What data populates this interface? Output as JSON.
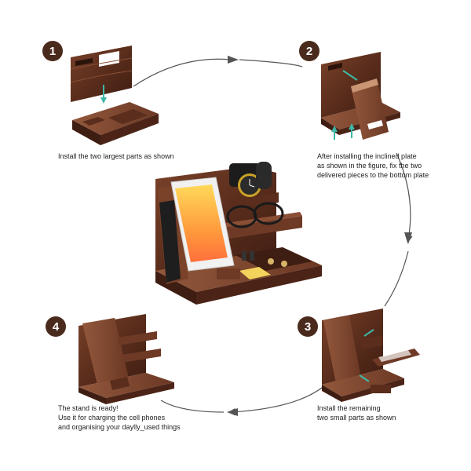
{
  "steps": [
    {
      "number": "1",
      "caption": [
        "Install the two largest parts as shown"
      ]
    },
    {
      "number": "2",
      "caption": [
        "After installing the inclined plate",
        "as shown in the figure, fix the two",
        "delivered pieces to the bottom plate"
      ]
    },
    {
      "number": "3",
      "caption": [
        "Install the remaining",
        "two small parts as shown"
      ]
    },
    {
      "number": "4",
      "caption": [
        "The stand is ready!",
        "Use it for charging the cell phones",
        "and organising your daylly_used things"
      ]
    }
  ],
  "colors": {
    "badge": "#4a2a1c",
    "wood_dark": "#4b2417",
    "wood_mid": "#6e3a26",
    "wood_light": "#8a4f35",
    "arrow": "#555555",
    "hint_arrow": "#3fb7a6"
  },
  "icons": [
    "step-number-badge",
    "flow-arrow",
    "hint-arrow"
  ]
}
